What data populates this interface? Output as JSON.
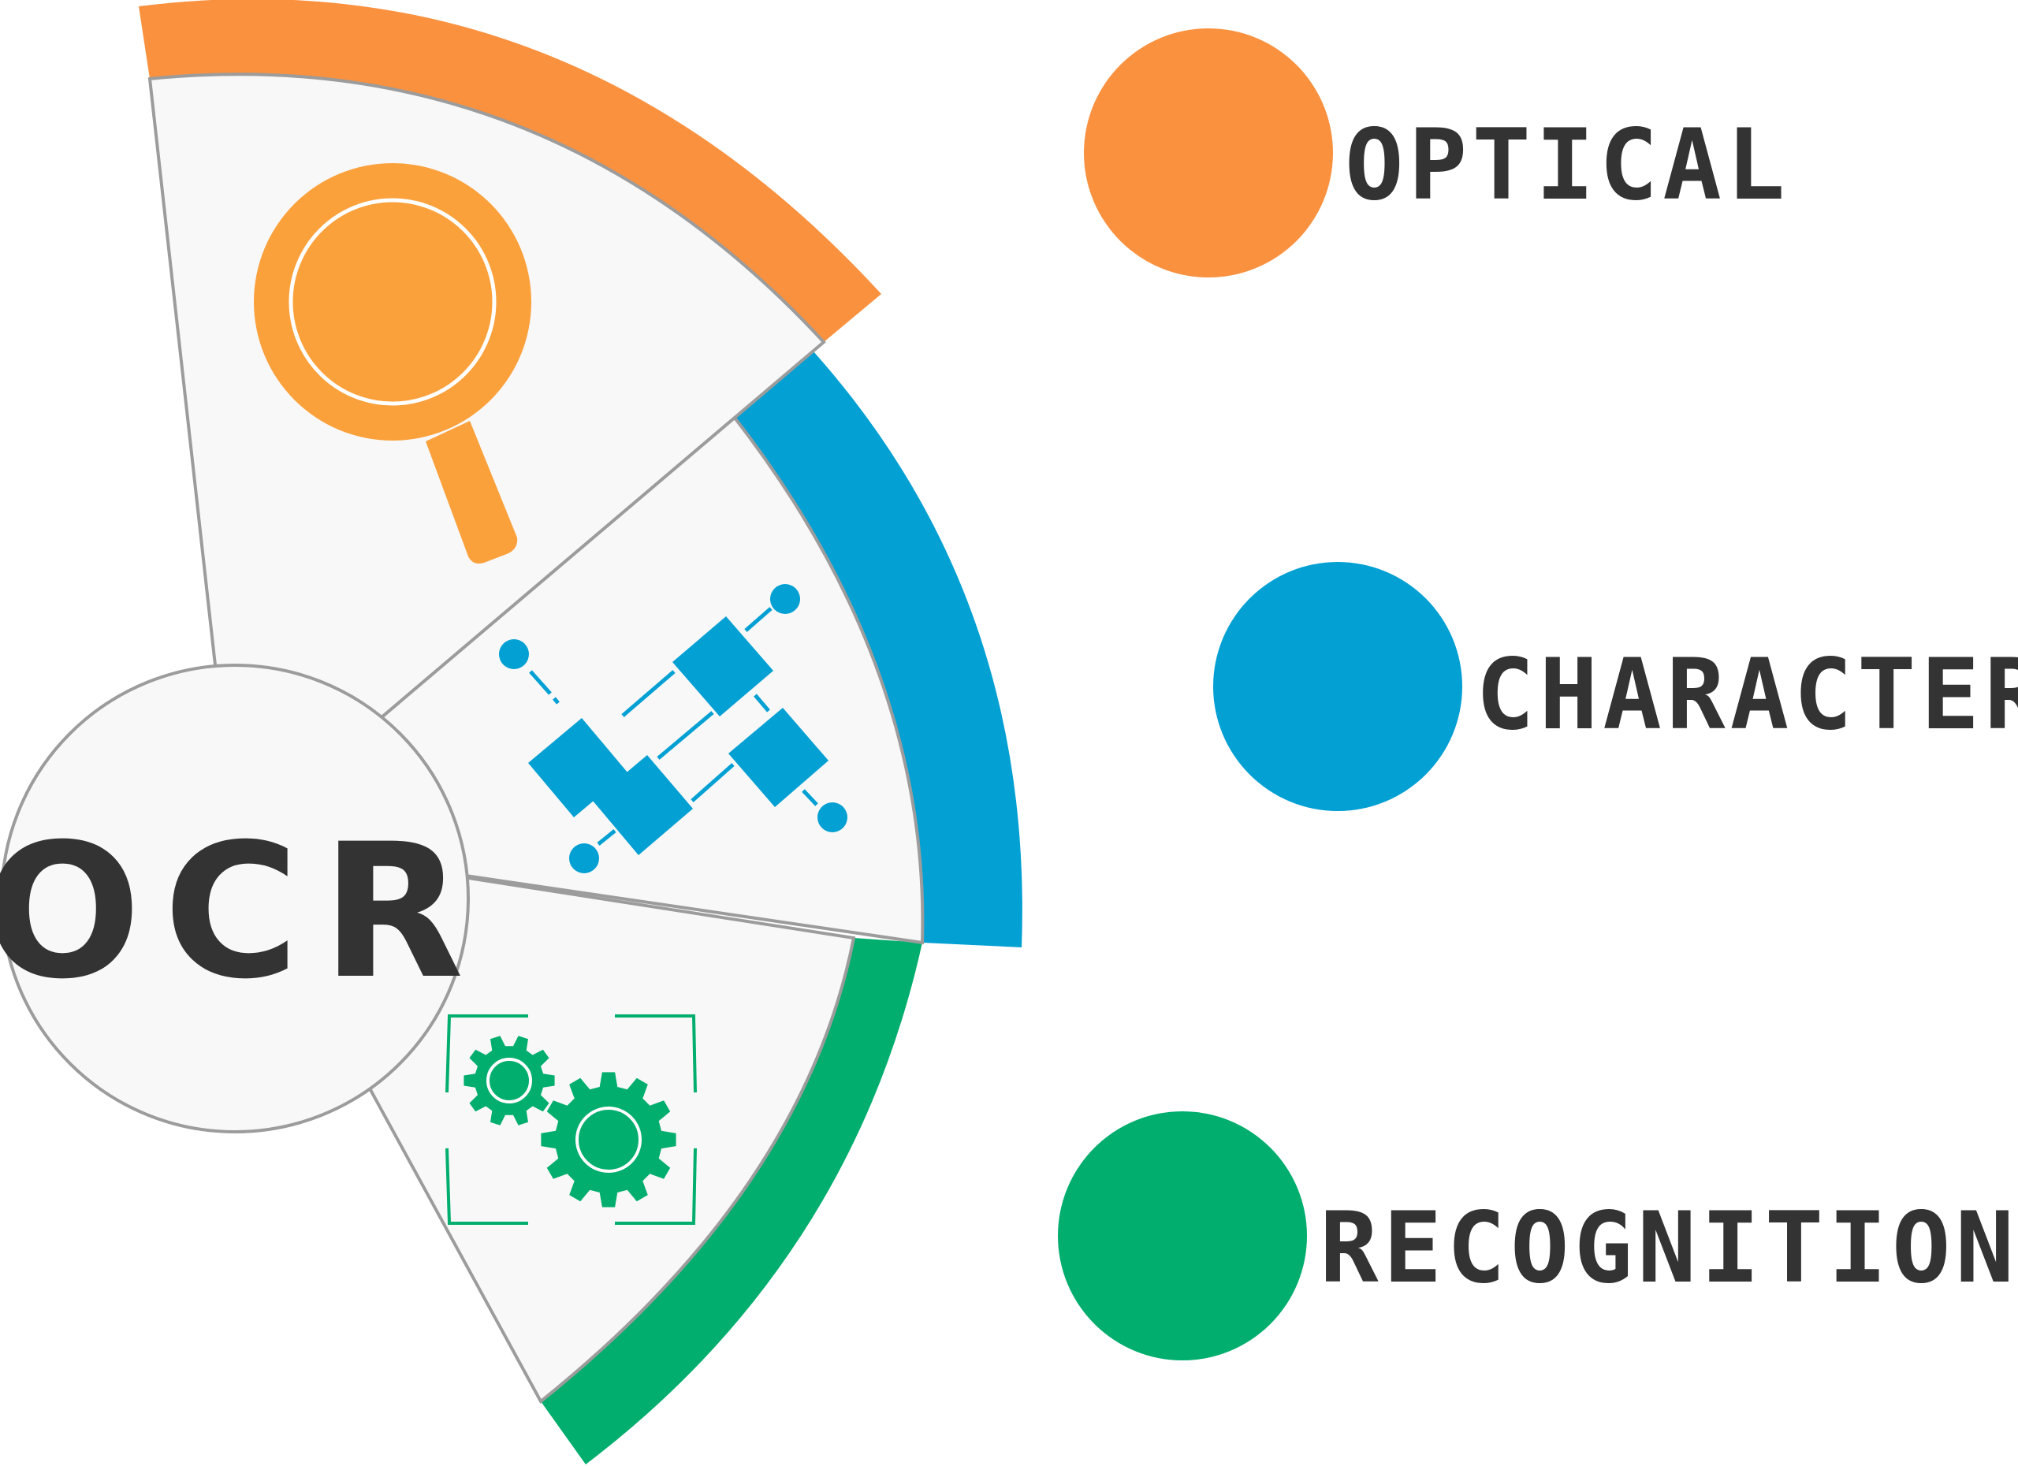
{
  "center_label": "OCR",
  "items": [
    {
      "key": "optical",
      "label": "OPTICAL",
      "color": "#F9913F",
      "icon": "magnifier-icon"
    },
    {
      "key": "character",
      "label": "CHARACTER",
      "color": "#03A0D3",
      "icon": "molecule-network-icon"
    },
    {
      "key": "recognition",
      "label": "RECOGNITION",
      "color": "#01AE6E",
      "icon": "gears-icon"
    }
  ],
  "colors": {
    "text": "#333333",
    "sector_fill": "#F8F8F8",
    "outline": "#9C9C9C",
    "magnifier": "#FBA13C"
  }
}
